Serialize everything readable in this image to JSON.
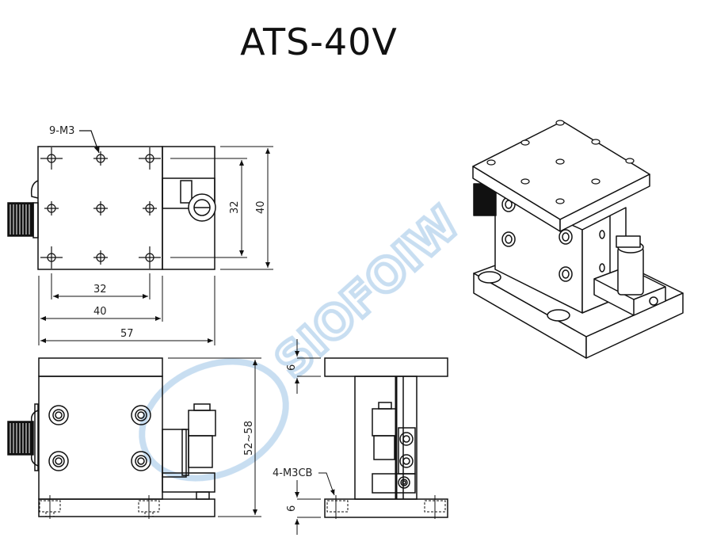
{
  "title": "ATS-40V",
  "top_view": {
    "hole_callout": "9-M3",
    "dim_hole_pitch_y": "32",
    "dim_height_y": "40",
    "dim_hole_pitch_x": "32",
    "dim_width_x": "40",
    "dim_overall_x": "57"
  },
  "front_view": {
    "dim_height_range": "52~58"
  },
  "side_view": {
    "dim_top_plate": "6",
    "dim_base_plate": "6",
    "mount_callout": "4-M3CB"
  },
  "watermark": {
    "text": "SIOFOIW",
    "color": "#9cc3e6"
  },
  "colors": {
    "line": "#111111",
    "watermark": "#9cc3e6"
  }
}
